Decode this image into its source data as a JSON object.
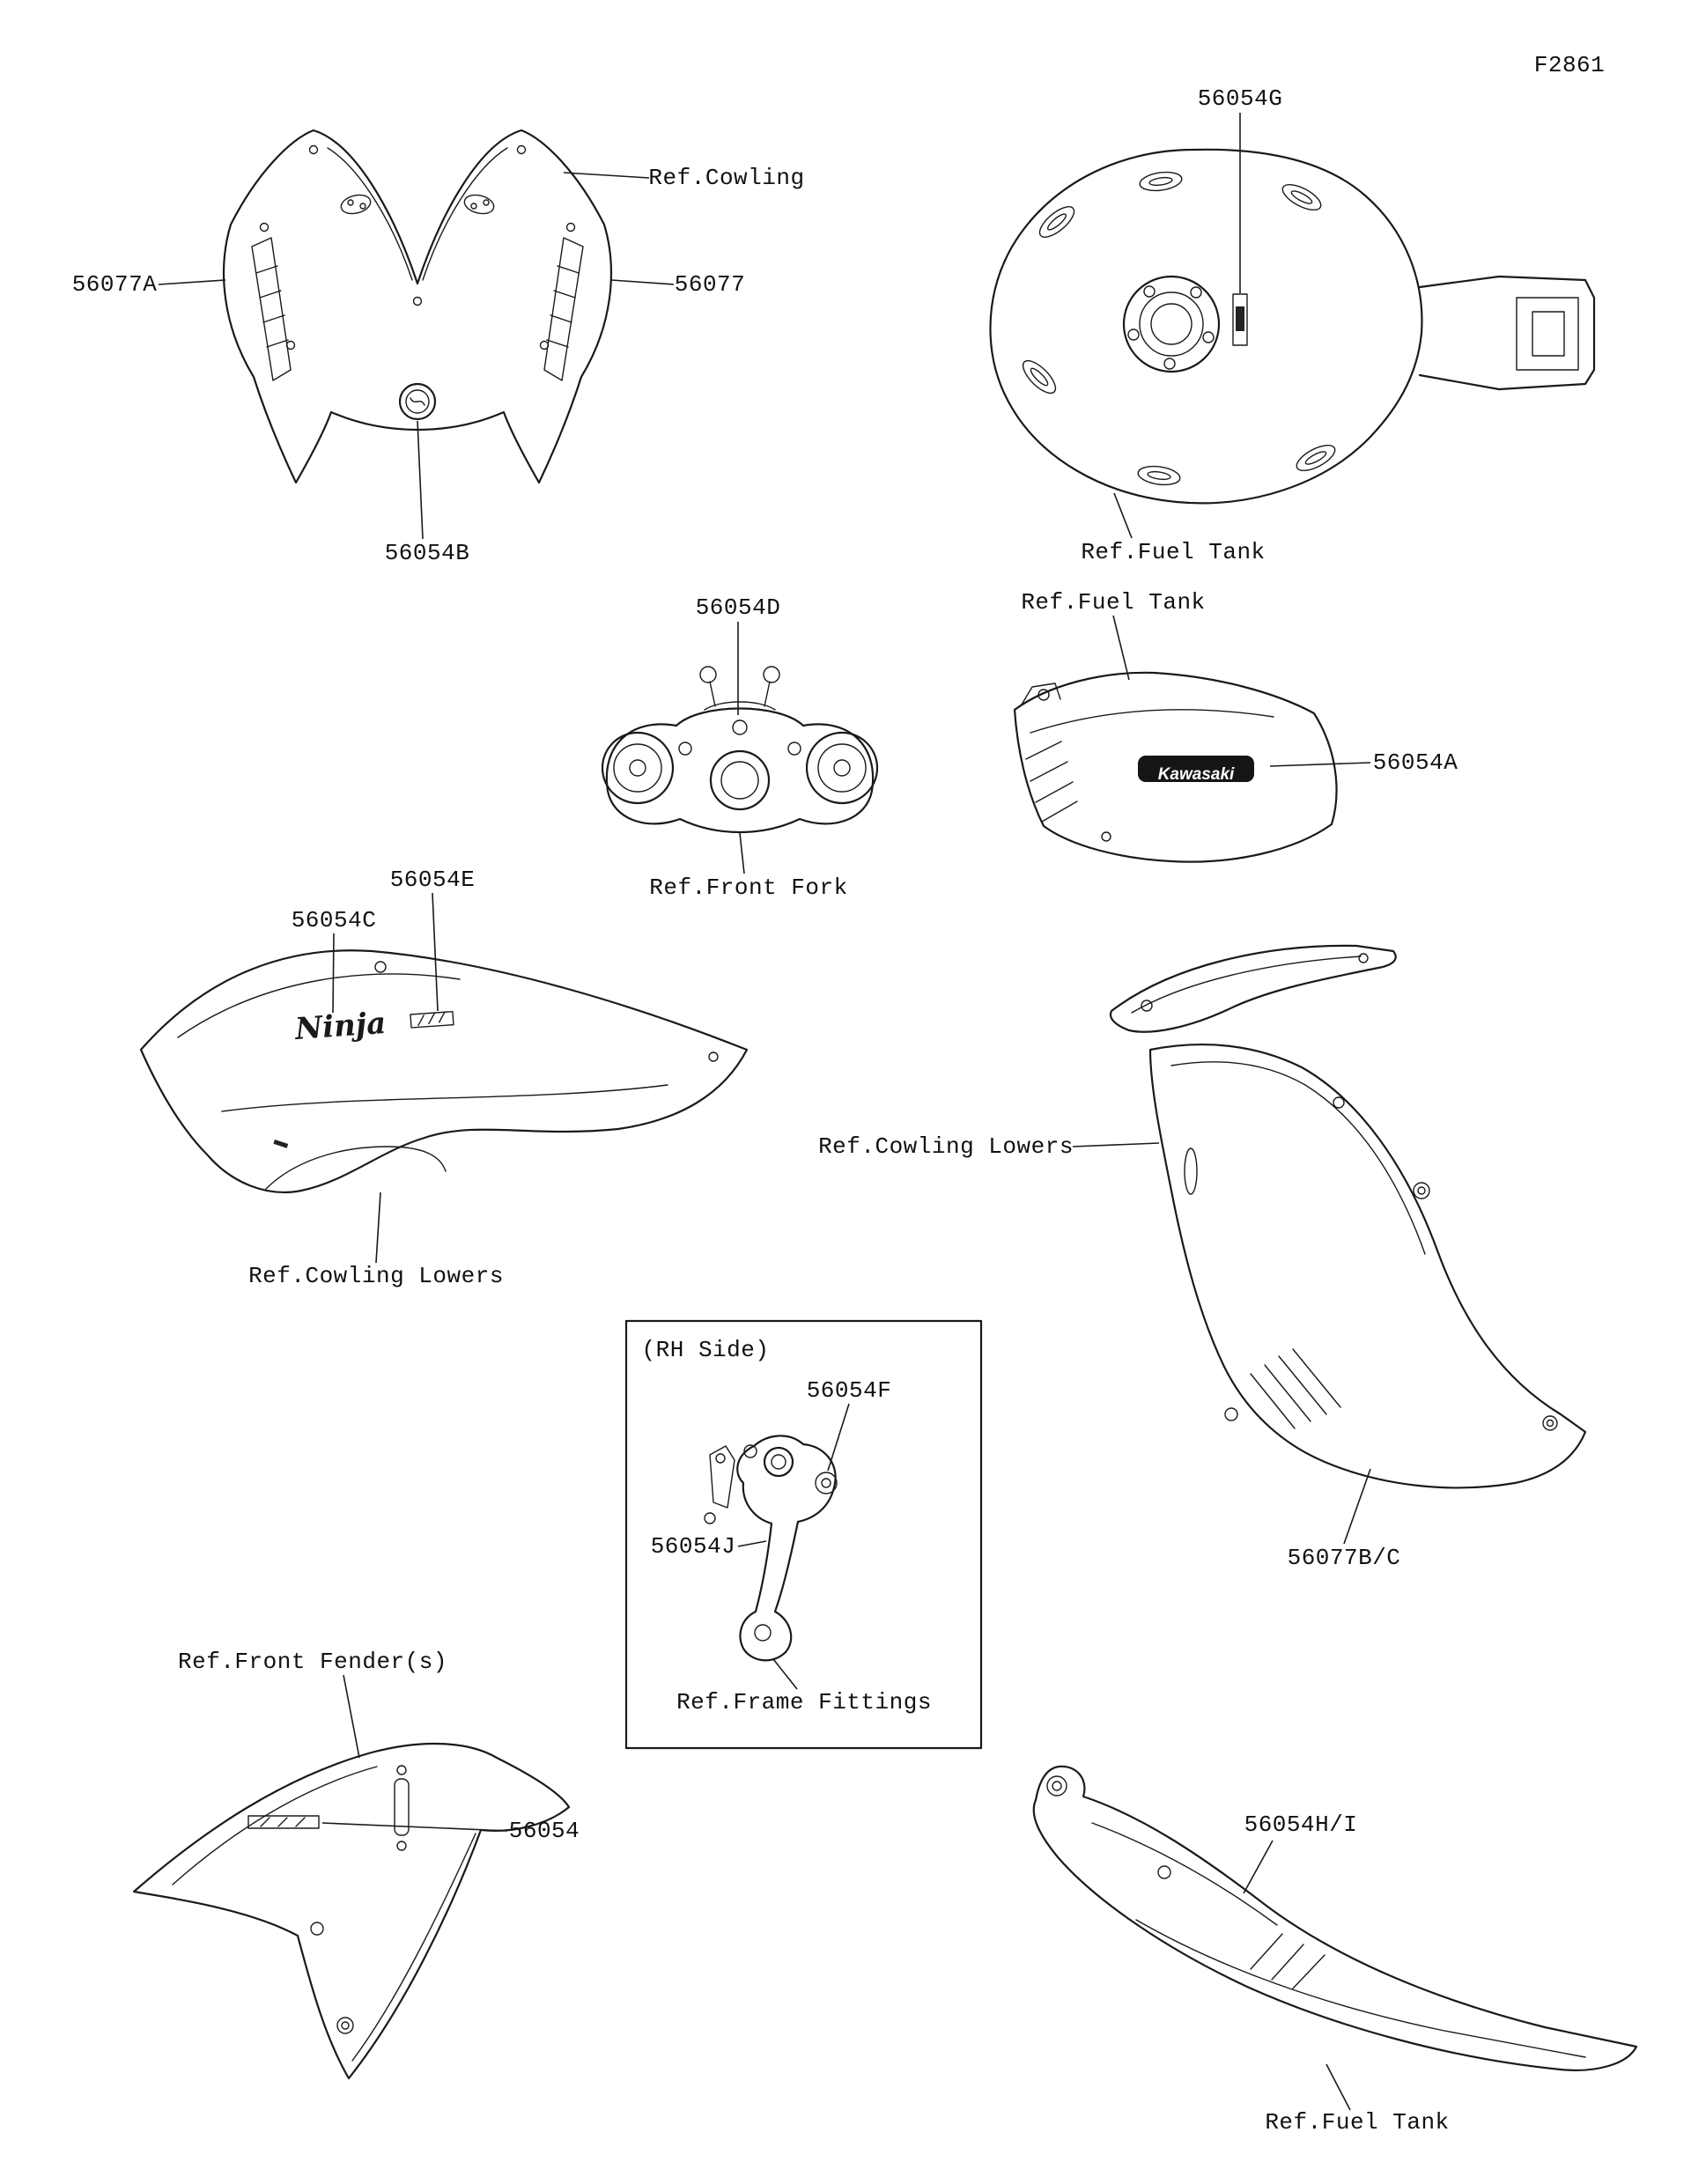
{
  "page": {
    "figure_code": "F2861",
    "background": "#ffffff",
    "line_color": "#1a1a1a"
  },
  "decals": {
    "kawasaki_logo": "Kawasaki",
    "ninja_logo": "Ninja"
  },
  "sections": {
    "cowling": {
      "ref": "Ref.Cowling",
      "part_left_decal": "56077A",
      "part_right_decal": "56077",
      "part_emblem": "56054B"
    },
    "fuel_tank_top": {
      "part_decal": "56054G",
      "ref": "Ref.Fuel Tank"
    },
    "front_fork": {
      "part_decal": "56054D",
      "ref": "Ref.Front Fork"
    },
    "fuel_tank_side": {
      "ref": "Ref.Fuel Tank",
      "part_decal": "56054A"
    },
    "cowling_lowers_left": {
      "part_logo_decal": "56054C",
      "part_model_decal": "56054E",
      "ref": "Ref.Cowling Lowers"
    },
    "cowling_lowers_right": {
      "ref": "Ref.Cowling Lowers",
      "part_decal": "56077B/C"
    },
    "frame_fittings": {
      "box_label": "(RH Side)",
      "part_upper": "56054F",
      "part_lower": "56054J",
      "ref": "Ref.Frame Fittings"
    },
    "front_fender": {
      "ref": "Ref.Front Fender(s)",
      "part_decal": "56054"
    },
    "fuel_tank_cover": {
      "part_decal": "56054H/I",
      "ref": "Ref.Fuel Tank"
    }
  }
}
